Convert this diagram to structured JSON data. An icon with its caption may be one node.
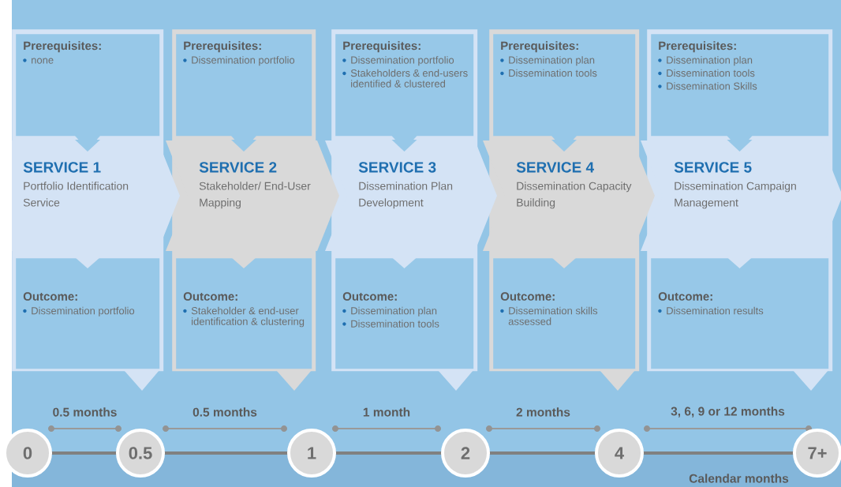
{
  "diagram": {
    "nodes": [
      {
        "text": [],
        "shape": "box"
      },
      {
        "text": [
          "Prerequisites:",
          "none"
        ],
        "in": 0
      },
      {
        "text": [
          "SERVICE 1",
          "Portfolio Identification Service"
        ],
        "in": 0
      },
      {
        "text": [
          "Outcome:",
          "Dissemination portfolio"
        ],
        "in": 0
      },
      {
        "text": [],
        "shape": "box"
      },
      {
        "text": [
          "Prerequisites:",
          "Dissemination portfolio"
        ],
        "in": 4
      },
      {
        "text": [
          "SERVICE 2",
          "Stakeholder/ End-User Mapping"
        ],
        "in": 4
      },
      {
        "text": [
          "Outcome:",
          "Stakeholder & end-user identification & clustering"
        ],
        "in": 4
      },
      {
        "text": [],
        "shape": "box"
      },
      {
        "text": [
          "Prerequisites:",
          "Dissemination portfolio",
          "Stakeholders & end-users identified & clustered"
        ],
        "in": 8
      },
      {
        "text": [
          "SERVICE 3",
          "Dissemination Plan Development"
        ],
        "in": 8
      },
      {
        "text": [
          "Outcome:",
          "Dissemination plan",
          "Dissemination tools"
        ],
        "in": 8
      },
      {
        "text": [],
        "shape": "box"
      },
      {
        "text": [
          "Prerequisites:",
          "Dissemination plan",
          "Dissemination tools"
        ],
        "in": 12
      },
      {
        "text": [
          "SERVICE 4",
          "Dissemination Capacity Building"
        ],
        "in": 12
      },
      {
        "text": [
          "Outcome:",
          "Dissemination skills assessed"
        ],
        "in": 12
      },
      {
        "text": [],
        "shape": "box"
      },
      {
        "text": [
          "Prerequisites:",
          "Dissemination plan",
          "Dissemination tools",
          "Dissemination Skills"
        ],
        "in": 16
      },
      {
        "text": [
          "SERVICE 5",
          "Dissemination Campaign Management"
        ],
        "in": 16
      },
      {
        "text": [
          "Outcome:",
          "Dissemination results"
        ],
        "in": 16
      },
      {
        "text": [
          "0"
        ]
      },
      {
        "text": [
          "0.5"
        ]
      },
      {
        "text": [
          "1"
        ]
      },
      {
        "text": [
          "2"
        ]
      },
      {
        "text": [
          "4"
        ]
      },
      {
        "text": [
          "7+"
        ]
      }
    ],
    "edges": [
      {
        "from": 2,
        "to": 6,
        "arrow": "to"
      },
      {
        "from": 6,
        "to": 10,
        "arrow": "to"
      },
      {
        "from": 10,
        "to": 14,
        "arrow": "to"
      },
      {
        "from": 14,
        "to": 18,
        "arrow": "to"
      },
      {
        "from": 18,
        "to": null,
        "arrow": "to"
      }
    ],
    "labels": [
      "0.5 months",
      "0.5 months",
      "1 month",
      "2 months",
      "3, 6, 9 or 12 months",
      "Calendar months"
    ]
  }
}
